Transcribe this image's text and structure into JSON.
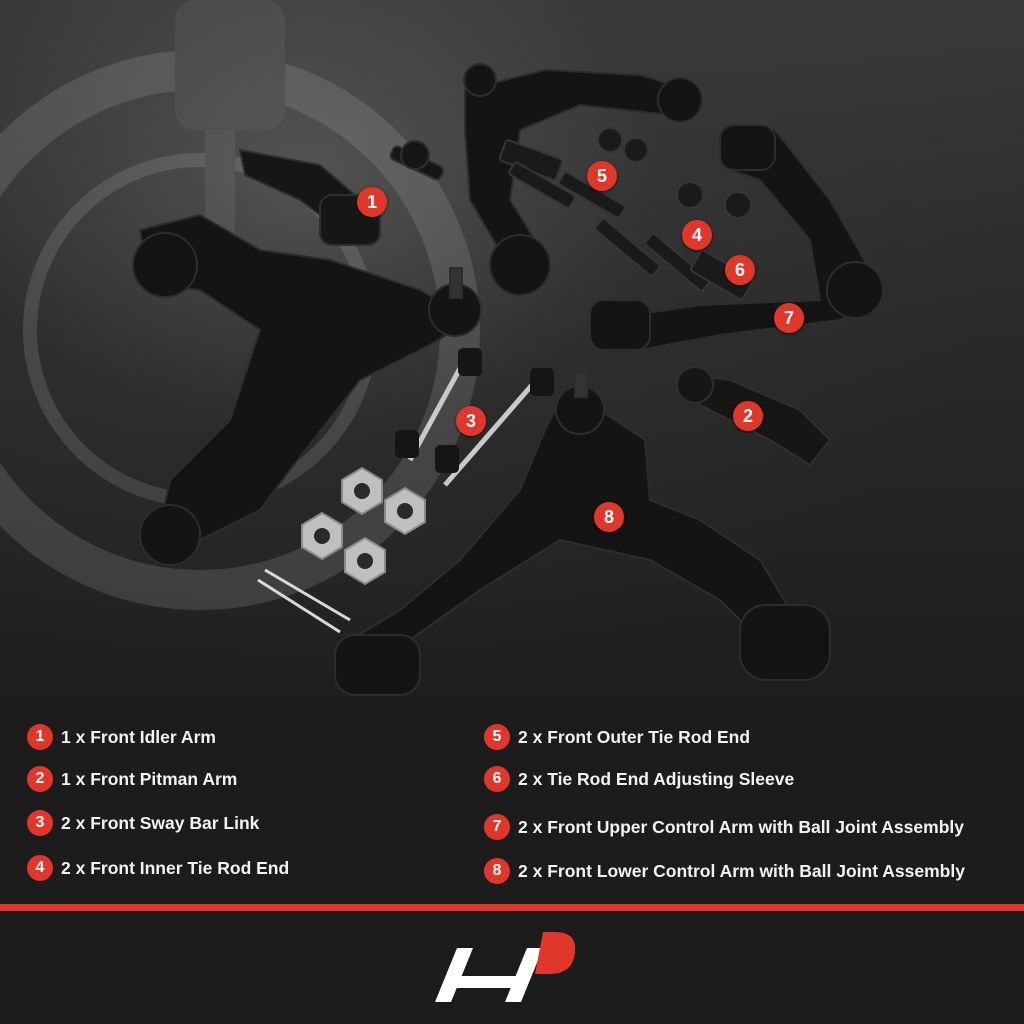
{
  "parts": [
    {
      "num": "1",
      "label": "1 x Front Idler Arm"
    },
    {
      "num": "2",
      "label": "1 x Front Pitman Arm"
    },
    {
      "num": "3",
      "label": "2 x Front Sway Bar Link"
    },
    {
      "num": "4",
      "label": "2 x Front Inner Tie Rod End"
    },
    {
      "num": "5",
      "label": "2 x Front Outer Tie Rod End"
    },
    {
      "num": "6",
      "label": "2 x Tie Rod End Adjusting Sleeve"
    },
    {
      "num": "7",
      "label": "2 x Front Upper Control Arm with Ball Joint Assembly"
    },
    {
      "num": "8",
      "label": "2 x Front Lower Control Arm with Ball Joint Assembly"
    }
  ],
  "colors": {
    "accent": "#e1362a",
    "background": "#1c1c1c",
    "text": "#f2f2f2"
  },
  "logo": {
    "name": "brand-logo"
  }
}
